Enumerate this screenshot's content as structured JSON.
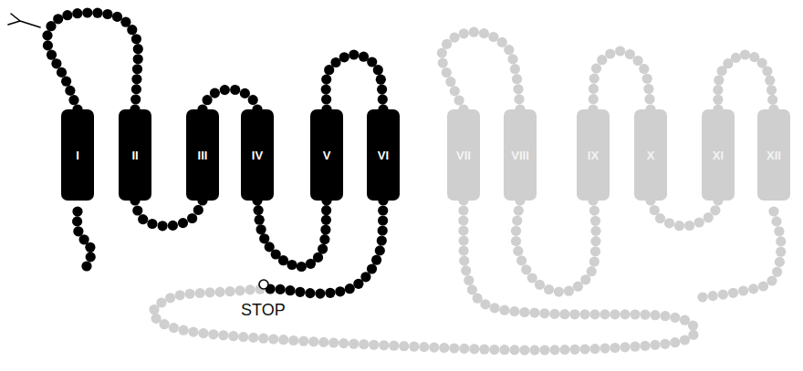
{
  "diagram": {
    "nodes": [
      {
        "text": [
          "I"
        ]
      },
      {
        "text": [
          "II"
        ]
      },
      {
        "text": [
          "III"
        ]
      },
      {
        "text": [
          "IV"
        ]
      },
      {
        "text": [
          "V"
        ]
      },
      {
        "text": [
          "VI"
        ]
      },
      {
        "text": [
          "VII"
        ]
      },
      {
        "text": [
          "VIII"
        ]
      },
      {
        "text": [
          "IX"
        ]
      },
      {
        "text": [
          "X"
        ]
      },
      {
        "text": [
          "XI"
        ]
      },
      {
        "text": [
          "XII"
        ]
      }
    ],
    "edges": [
      {
        "from": 0,
        "to": 1,
        "arrow": "none"
      },
      {
        "from": 1,
        "to": 2,
        "arrow": "none"
      },
      {
        "from": 2,
        "to": 3,
        "arrow": "none"
      },
      {
        "from": 3,
        "to": 4,
        "arrow": "none"
      },
      {
        "from": 4,
        "to": 5,
        "arrow": "none"
      },
      {
        "from": 5,
        "to": 6,
        "arrow": "none"
      },
      {
        "from": 6,
        "to": 7,
        "arrow": "none"
      },
      {
        "from": 7,
        "to": 8,
        "arrow": "none"
      },
      {
        "from": 8,
        "to": 9,
        "arrow": "none"
      },
      {
        "from": 9,
        "to": 10,
        "arrow": "none"
      },
      {
        "from": 10,
        "to": 11,
        "arrow": "none"
      }
    ],
    "labels": [
      "STOP"
    ]
  }
}
